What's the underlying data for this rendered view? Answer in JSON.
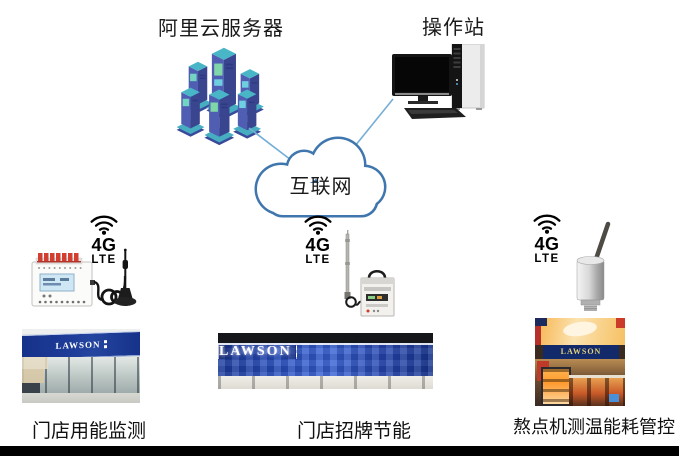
{
  "diagram": {
    "server_label": "阿里云服务器",
    "workstation_label": "操作站",
    "cloud_label": "互联网"
  },
  "columns": [
    {
      "signal_4g": "4G",
      "signal_lte": "LTE",
      "sign_text": "LAWSON",
      "caption": "门店用能监测"
    },
    {
      "signal_4g": "4G",
      "signal_lte": "LTE",
      "sign_text": "LAWSON",
      "caption": "门店招牌节能"
    },
    {
      "signal_4g": "4G",
      "signal_lte": "LTE",
      "sign_text": "LAWSON",
      "caption": "熬点机测温能耗管控"
    }
  ],
  "colors": {
    "connector_line": "#74aed6",
    "cloud_outline": "#3e76ad",
    "server_body_blue": "#4f5eb2",
    "server_top_teal": "#49b6c8",
    "lawson_sign_blue": "#1c3a96",
    "signboard_blue": "#2f56c4",
    "interior_sign_navy": "#122a6a",
    "banner_orange": "#f5b04a",
    "signal_badge_black": "#000000"
  }
}
